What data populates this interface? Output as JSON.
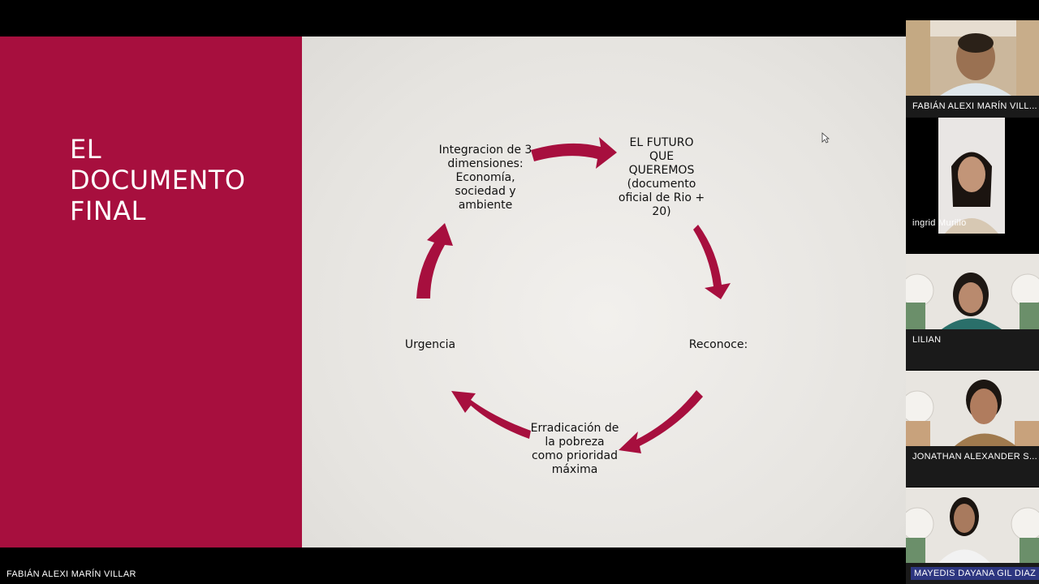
{
  "slide": {
    "title": "EL\nDOCUMENTO\nFINAL",
    "nodes": {
      "top_right": "EL FUTURO\nQUE\nQUEREMOS\n(documento\noficial de Rio +\n20)",
      "right": "Reconoce:",
      "bottom": "Erradicación de\nla pobreza\ncomo prioridad\nmáxima",
      "left": "Urgencia",
      "top_left": "Integracion de 3\ndimensiones:\nEconomía,\nsociedad y\nambiente"
    },
    "accent_color": "#a70f3e"
  },
  "presenter": {
    "name": "FABIÁN ALEXI MARÍN VILLAR"
  },
  "participants": [
    {
      "name": "FABIÁN ALEXI MARÍN VILL..."
    },
    {
      "name": "ingrid Murillo"
    },
    {
      "name": "LILIAN"
    },
    {
      "name": "JONATHAN ALEXANDER S..."
    },
    {
      "name": "MAYEDIS DAYANA GIL DIAZ"
    }
  ]
}
